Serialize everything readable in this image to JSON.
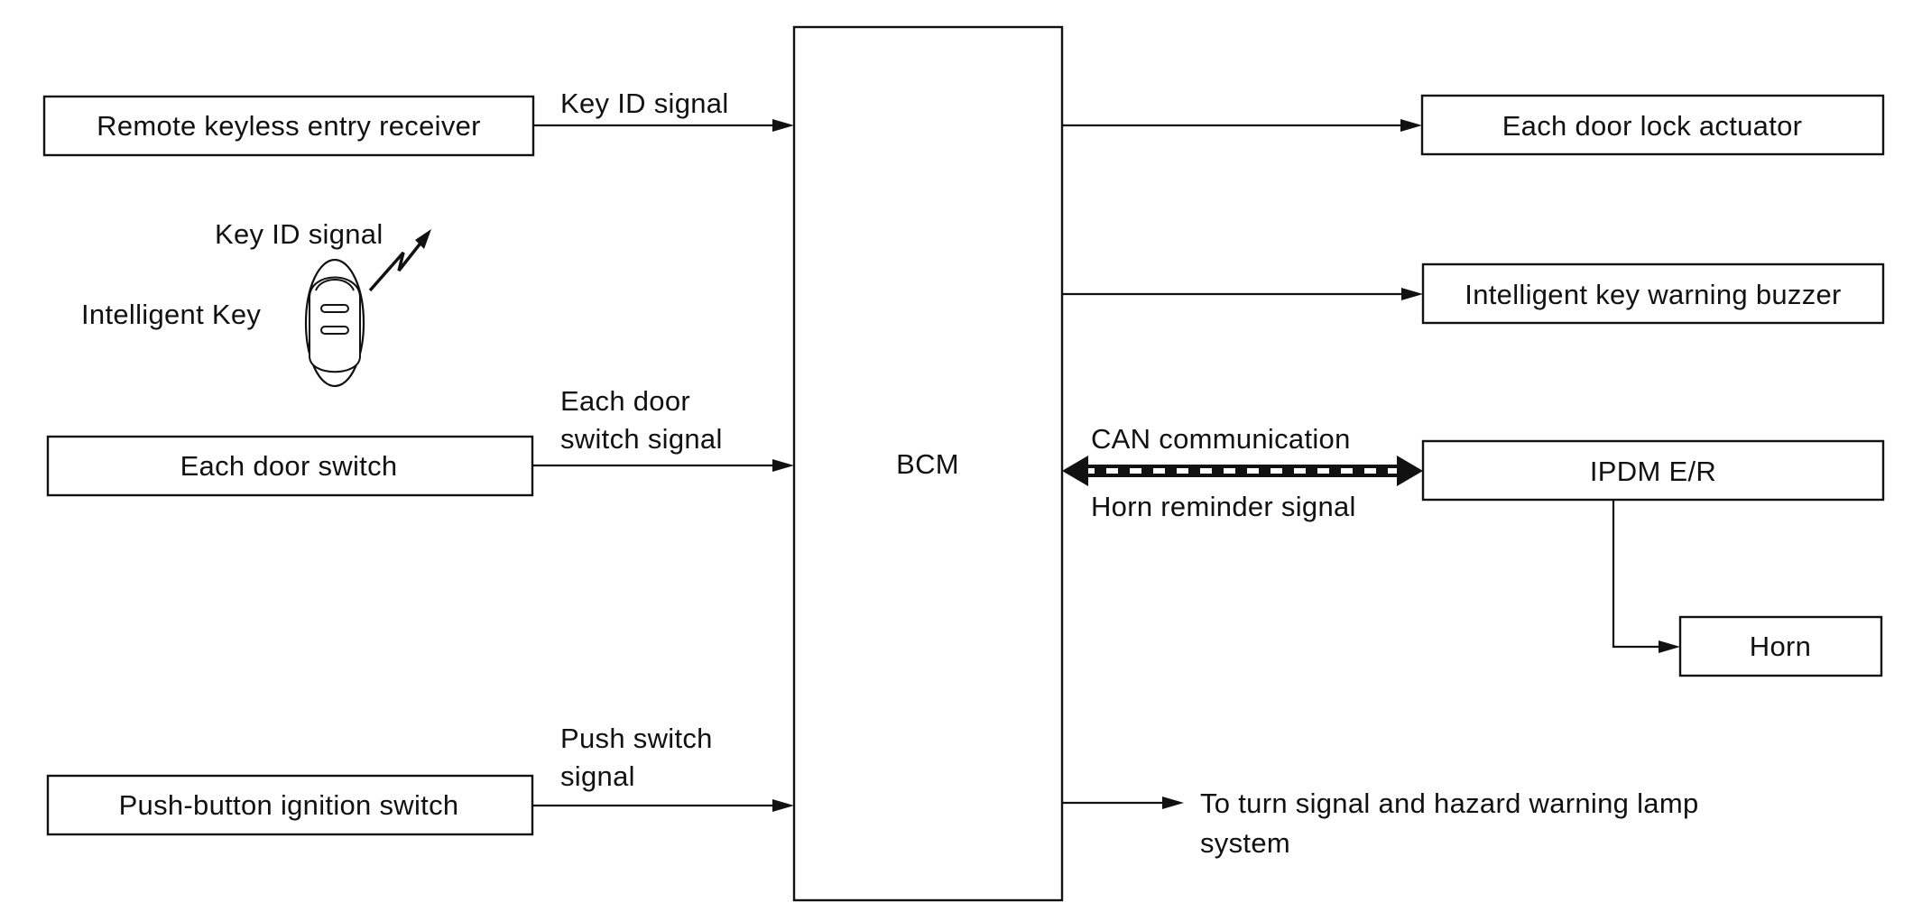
{
  "diagram": {
    "bcm": "BCM",
    "inputs": {
      "remote_receiver": "Remote keyless entry receiver",
      "key_id_signal": "Key ID signal",
      "intelligent_key": "Intelligent Key",
      "key_id_signal_wireless": "Key ID signal",
      "door_switch": "Each door switch",
      "door_switch_signal_line1": "Each door",
      "door_switch_signal_line2": "switch signal",
      "ignition_switch": "Push-button ignition switch",
      "push_switch_signal_line1": "Push switch",
      "push_switch_signal_line2": "signal"
    },
    "outputs": {
      "door_lock_actuator": "Each door lock actuator",
      "warning_buzzer": "Intelligent key warning buzzer",
      "can_communication": "CAN communication",
      "horn_reminder_signal": "Horn reminder signal",
      "ipdm": "IPDM E/R",
      "horn": "Horn",
      "turn_signal_line1": "To turn signal and hazard warning lamp",
      "turn_signal_line2": "system"
    },
    "icons": {
      "key_fob": "intelligent-key-fob-icon",
      "wireless": "wireless-signal-icon"
    }
  }
}
